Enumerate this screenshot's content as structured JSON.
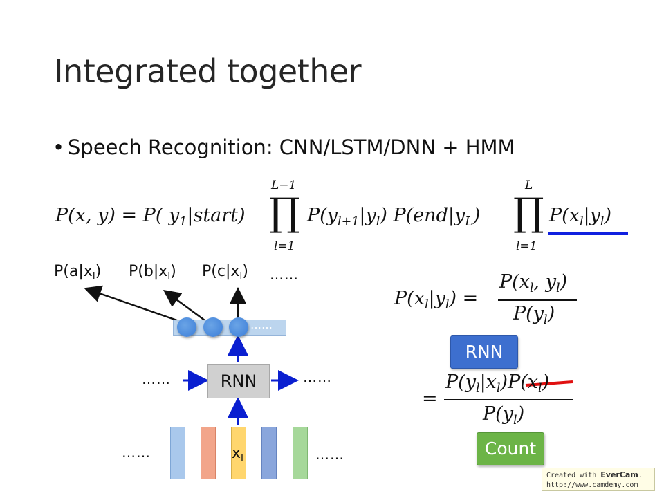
{
  "slide": {
    "title": "Integrated together",
    "bullet_text": "Speech Recognition: CNN/LSTM/DNN + HMM"
  },
  "equation_main": {
    "lhs": "P(x, y) = P( y",
    "start_part": "|start)",
    "prod1_upper": "L−1",
    "prod1_lower": "l=1",
    "term_mid": "P(y",
    "term_mid_b": "|y",
    "term_end": ") P(end|y",
    "term_end_b": ")",
    "prod2_upper": "L",
    "prod2_lower": "l=1",
    "emission": "P(x",
    "emission_b": "|y",
    "emission_c": ")"
  },
  "diagram": {
    "output_labels": [
      "P(a|x",
      "P(b|x",
      "P(c|x"
    ],
    "output_sub": "l",
    "output_close": ")",
    "output_more": "……",
    "hidden_more": "……",
    "rnn_label": "RNN",
    "left_dots": "……",
    "right_dots": "……",
    "input_left_dots": "……",
    "input_right_dots": "……",
    "input_label": "x",
    "input_sub": "l"
  },
  "bayes": {
    "lhs_num": "P(x",
    "lhs_b": "|y",
    "lhs_c": ") =",
    "rhs_num": "P(x",
    "rhs_num_b": ", y",
    "rhs_num_c": ")",
    "rhs_den": "P(y",
    "rhs_den_b": ")",
    "eq2_sign": "=",
    "eq2_num_a": "P(y",
    "eq2_num_b": "|x",
    "eq2_num_c": ")",
    "eq2_num_struck": "P(x",
    "eq2_num_struck_c": ")",
    "eq2_den": "P(y",
    "eq2_den_b": ")",
    "sub": "l",
    "sub_plus": "l+1",
    "sub_1": "1",
    "sub_L": "L"
  },
  "badges": {
    "rnn": "RNN",
    "count": "Count"
  },
  "watermark": {
    "line1_prefix": "Created with ",
    "line1_brand": "EverCam",
    "line1_suffix": ".",
    "line2": "http://www.camdemy.com"
  },
  "colors": {
    "blue_arrow": "#0a1fd0",
    "underline_blue": "#1020e0",
    "strike_red": "#e01010",
    "rnn_badge": "#3d6fcf",
    "count_badge": "#6cb447",
    "vec_colors": [
      "#a9c8ec",
      "#f2a58a",
      "#ffd66e",
      "#8aa6dc",
      "#a6d89a"
    ]
  }
}
